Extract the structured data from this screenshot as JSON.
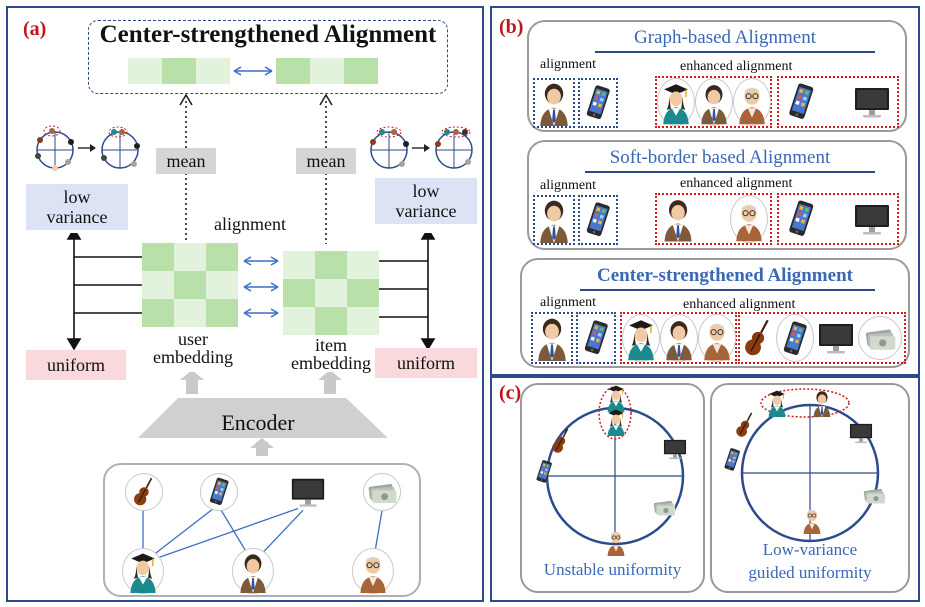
{
  "panel_a": {
    "label": "(a)",
    "title": "Center-strengthened Alignment",
    "mean_left": "mean",
    "mean_right": "mean",
    "low_variance_left": "low\nvariance",
    "low_variance_right": "low\nvariance",
    "uniform_left": "uniform",
    "uniform_right": "uniform",
    "alignment": "alignment",
    "user_embedding": "user\nembedding",
    "item_embedding": "item\nembedding",
    "encoder": "Encoder"
  },
  "panel_b": {
    "label": "(b)",
    "rows": [
      {
        "title": "Graph-based Alignment",
        "alignment": "alignment",
        "enhanced": "enhanced alignment"
      },
      {
        "title": "Soft-border based Alignment",
        "alignment": "alignment",
        "enhanced": "enhanced alignment"
      },
      {
        "title": "Center-strengthened Alignment",
        "alignment": "alignment",
        "enhanced": "enhanced alignment"
      }
    ]
  },
  "panel_c": {
    "label": "(c)",
    "left_caption": "Unstable uniformity",
    "right_caption_1": "Low-variance",
    "right_caption_2": "guided uniformity"
  },
  "colors": {
    "frame": "#2c4a8c",
    "label_red": "#c0161b",
    "title_blue": "#3a67b6",
    "green_light": "#e3f2dc",
    "green_mid": "#b9e0a9",
    "low_variance_bg": "#dbe3f4",
    "uniform_bg": "#fad9dc",
    "mean_bg": "#d5d5d5"
  },
  "icons": [
    "violin-icon",
    "phone-icon",
    "monitor-icon",
    "cash-icon",
    "graduate-icon",
    "man-icon",
    "elder-icon"
  ]
}
